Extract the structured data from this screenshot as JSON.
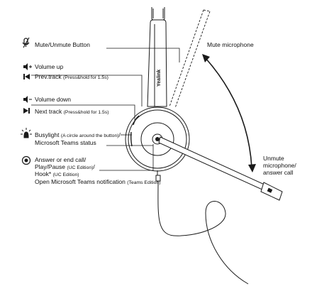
{
  "labels": {
    "mute_button": "Mute/Unmute Button",
    "volume_up": "Volume up",
    "prev_track": "Prev.track",
    "prev_track_note": "(Press&hold for 1.5s)",
    "volume_down": "Volume down",
    "next_track": "Next track",
    "next_track_note": "(Press&hold for 1.5s)",
    "busylight": "Busylight",
    "busylight_note": "(A circle around the button)",
    "busylight_suffix": "/",
    "teams_status": "Microsoft Teams status",
    "answer_line1": "Answer or end call/",
    "answer_line2": "Play/Pause",
    "answer_line2_note": "(UC Edition)",
    "answer_line2_suffix": "/",
    "answer_line3": "Hook*",
    "answer_line3_note": "(UC Edition)",
    "answer_line4": "Open Microsoft Teams notification",
    "answer_line4_note": "(Teams Edition)",
    "mute_microphone": "Mute microphone",
    "unmute_line1": "Unmute",
    "unmute_line2": "microphone/",
    "unmute_line3": "answer call"
  },
  "brand": {
    "logo_text": "Yealink"
  },
  "icons": {
    "mute": "microphone-slash-icon",
    "volume_up": "speaker-plus-icon",
    "prev": "previous-track-icon",
    "volume_down": "speaker-minus-icon",
    "next": "next-track-icon",
    "busylight": "light-burst-icon",
    "answer": "phone-button-icon"
  },
  "colors": {
    "line": "#1a1a1a",
    "text": "#111111"
  }
}
